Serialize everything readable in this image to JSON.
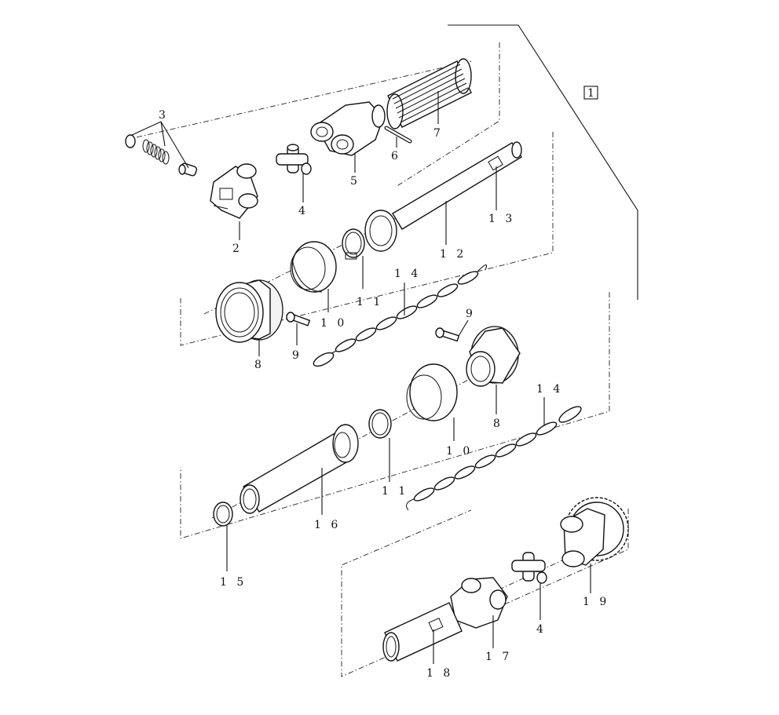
{
  "diagram": {
    "box_label": "1",
    "callouts": {
      "c2": "2",
      "c3": "3",
      "c4a": "4",
      "c5": "5",
      "c6": "6",
      "c7": "7",
      "c13": "1 3",
      "c12": "1 2",
      "c14a": "1 4",
      "c11a": "1 1",
      "c10a": "1 0",
      "c8a": "8",
      "c9a": "9",
      "c9b": "9",
      "c8b": "8",
      "c14b": "1 4",
      "c10b": "1 0",
      "c11b": "1 1",
      "c16": "1 6",
      "c15": "1 5",
      "c19": "1 9",
      "c4b": "4",
      "c17": "1 7",
      "c18": "1 8"
    }
  }
}
